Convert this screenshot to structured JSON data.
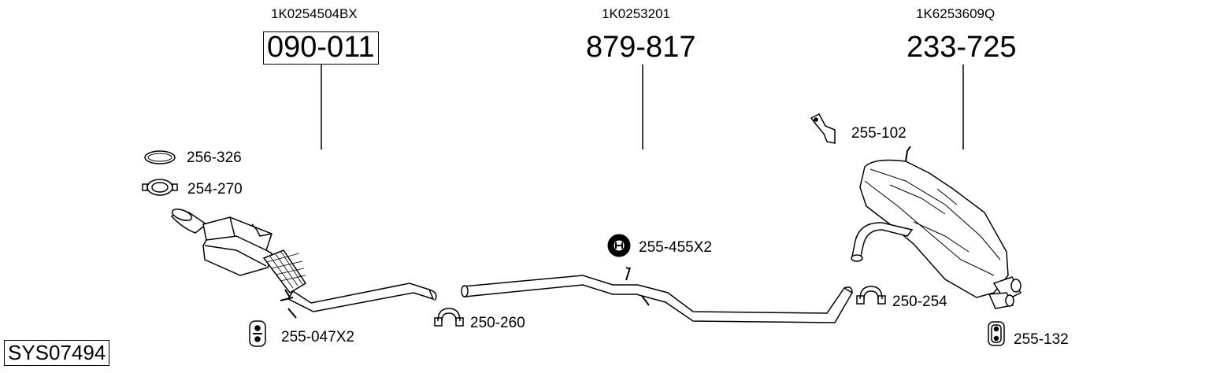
{
  "system_code": "SYS07494",
  "main_parts": [
    {
      "oe_number": "1K0254504BX",
      "part_number": "090-011",
      "boxed": true
    },
    {
      "oe_number": "1K0253201",
      "part_number": "879-817",
      "boxed": false
    },
    {
      "oe_number": "1K6253609Q",
      "part_number": "233-725",
      "boxed": false
    }
  ],
  "accessories": {
    "gasket": "256-326",
    "clamp_front": "254-270",
    "rubber_mount_front": "255-047X2",
    "clamp_mid": "250-260",
    "rubber_mount_mid": "255-455X2",
    "bracket_rear": "255-102",
    "clamp_rear": "250-254",
    "rubber_mount_rear": "255-132"
  }
}
